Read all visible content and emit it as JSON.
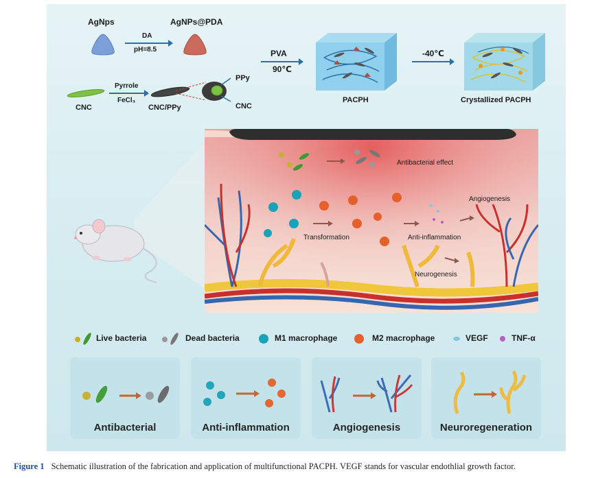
{
  "fabrication": {
    "agnps": "AgNps",
    "agnps_pda": "AgNPs@PDA",
    "da": "DA",
    "ph": "pH=8.5",
    "cnc_left": "CNC",
    "pyrrole": "Pyrrole",
    "fecl3": "FeCl₃",
    "cnc_ppy": "CNC/PPy",
    "ppy": "PPy",
    "cnc_right": "CNC",
    "pva": "PVA",
    "temp90": "90℃",
    "pacph": "PACPH",
    "temp_minus40": "-40℃",
    "crystallized": "Crystallized PACPH"
  },
  "wound": {
    "antibacterial_effect": "Antibacterial effect",
    "angiogenesis": "Angiogenesis",
    "transformation": "Transformation",
    "anti_inflammation": "Anti-inflammation",
    "neurogenesis": "Neurogenesis"
  },
  "legend": {
    "live_bacteria": "Live bacteria",
    "dead_bacteria": "Dead bacteria",
    "m1": "M1 macrophage",
    "m2": "M2 macrophage",
    "vegf": "VEGF",
    "tnf": "TNF-α"
  },
  "boxes": {
    "antibacterial": "Antibacterial",
    "anti_inflammation": "Anti-inflammation",
    "angiogenesis": "Angiogenesis",
    "neuroregeneration": "Neuroregeneration"
  },
  "caption": {
    "figure": "Figure 1",
    "text": "Schematic illustration of the fabrication and application of multifunctional PACPH. VEGF stands for vascular endothlial growth factor."
  },
  "colors": {
    "accent_arrow": "#2a6fa8",
    "m1_macrophage": "#1aa3b8",
    "m2_macrophage": "#e5602a",
    "live_bacteria": "#3f9a2f",
    "dead_bacteria": "#8a8a8a",
    "vessel_red": "#c9302c",
    "vessel_blue": "#3566b0",
    "nerve": "#f0b93a",
    "caption_figure": "#1f4e9a"
  }
}
